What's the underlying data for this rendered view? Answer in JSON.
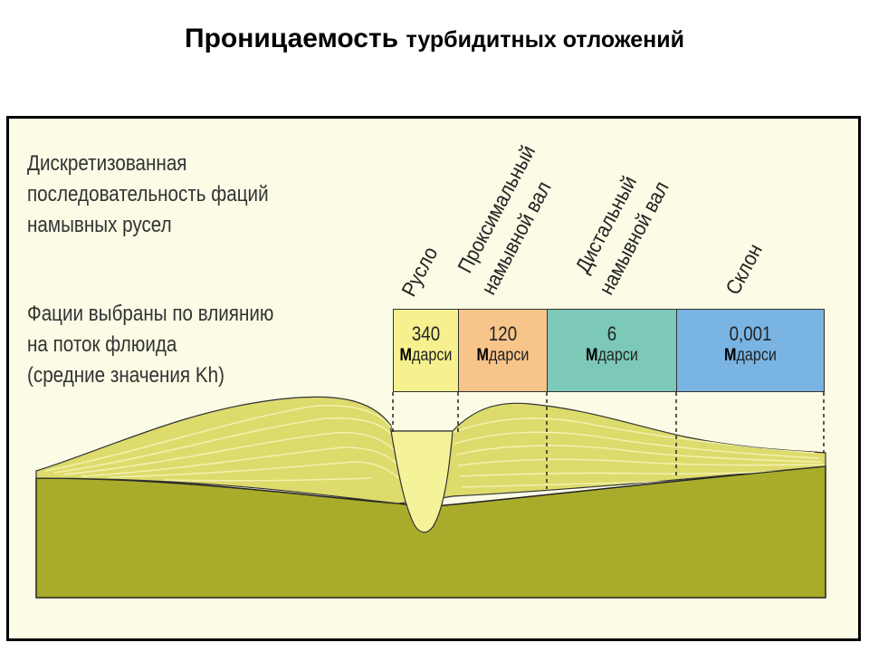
{
  "title": {
    "part1": "Проницаемость",
    "part2": "турбидитных отложений"
  },
  "description": {
    "line1": "Дискретизованная",
    "line2": "последовательность фаций",
    "line3": "намывных русел",
    "line4": "Фации выбраны по влиянию",
    "line5": "на поток флюида",
    "line6": "(средние значения Kh)"
  },
  "facies": [
    {
      "label1": "Русло",
      "label2": "",
      "value": "340",
      "unit_prefix": "М",
      "unit": "дарси",
      "color": "#f6f18e"
    },
    {
      "label1": "Проксимальный",
      "label2": "намывной вал",
      "value": "120",
      "unit_prefix": "М",
      "unit": "дарси",
      "color": "#f7c48a"
    },
    {
      "label1": "Дистальный",
      "label2": "намывной вал",
      "value": "6",
      "unit_prefix": "М",
      "unit": "дарси",
      "color": "#7cc9b8"
    },
    {
      "label1": "Склон",
      "label2": "",
      "value": "0,001",
      "unit_prefix": "М",
      "unit": "дарси",
      "color": "#79b4e3"
    }
  ],
  "colors": {
    "substrate": "#a9ac2a",
    "levee": "#dddb6c",
    "channel_fill": "#f5f39a",
    "frame_bg": "#fbfbe6"
  }
}
